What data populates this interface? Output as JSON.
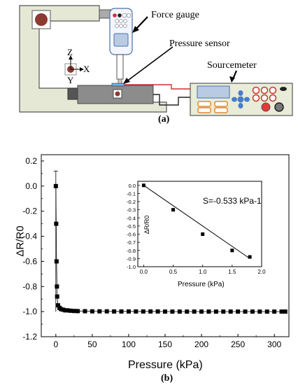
{
  "panel_a": {
    "labels": {
      "force_gauge": "Force gauge",
      "pressure_sensor": "Pressure sensor",
      "sourcemeter": "Sourcemeter",
      "axis_z": "Z",
      "axis_x": "X",
      "axis_y": "Y"
    },
    "caption": "(a)",
    "colors": {
      "frame": "#e6e8d6",
      "outline": "#555555",
      "stage": "#8c8c8c",
      "knob": "#8b3b32",
      "meter_panel": "#e8ecd9",
      "meter_screen": "#b9cbe2",
      "meter_orange": "#e08a35",
      "meter_blue": "#4a7cc8",
      "meter_red": "#c0392b",
      "wire_red": "#d32f2f",
      "wire_black": "#222222"
    }
  },
  "panel_b": {
    "caption": "(b)",
    "main_x_ticks": [
      "0",
      "50",
      "100",
      "150",
      "200",
      "250",
      "300"
    ],
    "main_y_ticks": [
      "0.2",
      "0.0",
      "-0.2",
      "-0.4",
      "-0.6",
      "-0.8",
      "-1.0",
      "-1.2"
    ],
    "inset_x_ticks": [
      "0.0",
      "0.5",
      "1.0",
      "1.5",
      "2.0"
    ],
    "inset_y_ticks": [
      "0.0",
      "-0.1",
      "-0.2",
      "-0.3",
      "-0.4",
      "-0.5",
      "-0.6",
      "-0.7",
      "-0.8",
      "-0.9",
      "-1.0"
    ],
    "inset_annotation": "S=-0.533 kPa-1"
  },
  "chart_data": [
    {
      "type": "scatter",
      "xlabel": "Pressure (kPa)",
      "ylabel": "ΔR/R0",
      "xlim": [
        -20,
        320
      ],
      "ylim": [
        -1.2,
        0.25
      ],
      "series": [
        {
          "x": [
            0,
            0.5,
            1.0,
            1.5,
            1.8,
            3,
            5,
            7,
            10,
            13,
            16,
            20,
            25,
            30,
            40,
            50,
            60,
            70,
            80,
            90,
            100,
            110,
            120,
            130,
            140,
            150,
            160,
            170,
            180,
            190,
            200,
            210,
            220,
            230,
            240,
            250,
            260,
            270,
            280,
            290,
            300,
            310,
            315
          ],
          "y": [
            0.0,
            -0.3,
            -0.6,
            -0.8,
            -0.88,
            -0.95,
            -0.97,
            -0.98,
            -0.985,
            -0.99,
            -0.99,
            -0.993,
            -0.995,
            -0.996,
            -0.997,
            -0.998,
            -0.998,
            -0.998,
            -0.999,
            -0.999,
            -0.999,
            -0.999,
            -0.999,
            -0.999,
            -0.999,
            -1.0,
            -1.0,
            -1.0,
            -1.0,
            -1.0,
            -1.0,
            -1.0,
            -1.0,
            -1.0,
            -1.0,
            -1.0,
            -1.0,
            -1.0,
            -1.0,
            -1.0,
            -1.0,
            -1.0,
            -1.0
          ],
          "error_bar_at_zero": [
            -1.0,
            0.12
          ]
        }
      ]
    },
    {
      "type": "scatter",
      "xlabel": "Pressure (kPa)",
      "ylabel": "ΔR/R0",
      "xlim": [
        -0.1,
        2.0
      ],
      "ylim": [
        -1.0,
        0.05
      ],
      "series": [
        {
          "x": [
            0,
            0.5,
            1.0,
            1.5,
            1.8
          ],
          "y": [
            0.0,
            -0.3,
            -0.6,
            -0.8,
            -0.88
          ]
        }
      ],
      "fit_line": {
        "x": [
          0,
          1.8
        ],
        "y": [
          0.0,
          -0.9
        ],
        "slope": -0.533
      }
    }
  ]
}
